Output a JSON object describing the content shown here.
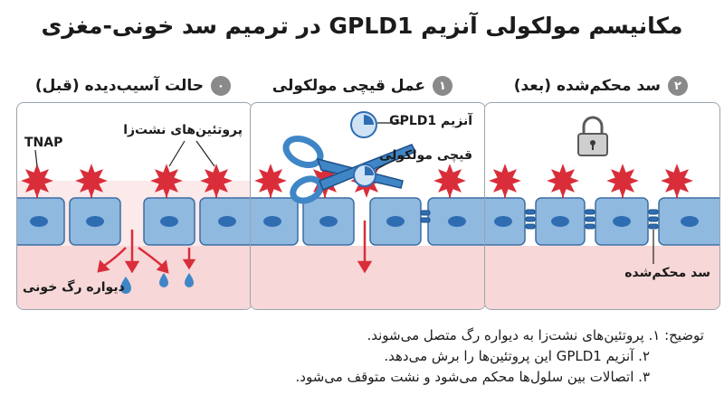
{
  "title": "مکانیسم مولکولی آنزیم GPLD1 در ترمیم سد خونی-مغزی",
  "panels": [
    {
      "number": "۰",
      "heading": "حالت آسیب‌دیده (قبل)"
    },
    {
      "number": "۱",
      "heading": "عمل قیچی مولکولی"
    },
    {
      "number": "۲",
      "heading": "سد محکم‌شده (بعد)"
    }
  ],
  "labels": {
    "tnap": "TNAP",
    "proteins": "پروتئین‌های نشت‌زا",
    "vessel_wall": "دیواره رگ خونی",
    "enzyme": "آنزیم GPLD1",
    "scissors": "قیچی مولکولی",
    "sealed": "سد محکم‌شده"
  },
  "notes": {
    "intro": "توضیح:",
    "lines": [
      "۱. پروتئین‌های نشت‌زا به دیواره رگ متصل می‌شوند.",
      "۲. آنزیم GPLD1 این پروتئین‌ها را برش می‌دهد.",
      "۳. اتصالات بین سلول‌ها محکم می‌شود و نشت متوقف می‌شود."
    ]
  },
  "colors": {
    "cell": "#8fb9df",
    "nucleus": "#2f6db3",
    "protein": "#d92e3a",
    "vessel": "#f7d7d8",
    "scissors": "#3f86c7",
    "arrow": "#d92e3a"
  }
}
